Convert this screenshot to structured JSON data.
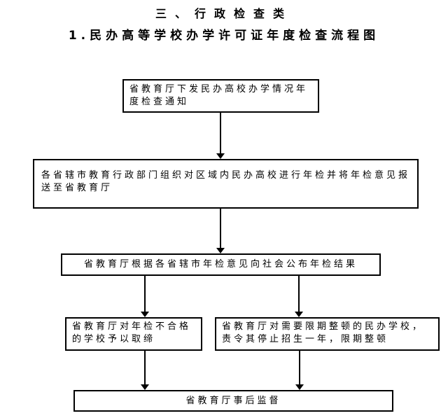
{
  "page": {
    "section_title": "三、行政检查类",
    "chart_title": "1.民办高等学校办学许可证年度检查流程图"
  },
  "flowchart": {
    "type": "flowchart",
    "nodes": [
      {
        "id": "annual-notice",
        "text": "省教育厅下发民办高校办学情况年度检查通知"
      },
      {
        "id": "city-inspection",
        "text": "各省辖市教育行政部门组织对区域内民办高校进行年检并将年检意见报送至省教育厅"
      },
      {
        "id": "publish-results",
        "text": "省教育厅根据各省辖市年检意见向社会公布年检结果"
      },
      {
        "id": "ban-unqualified",
        "text": "省教育厅对年检不合格的学校予以取缔"
      },
      {
        "id": "rectification-order",
        "text": "省教育厅对需要限期整顿的民办学校，责令其停止招生一年，限期整顿"
      },
      {
        "id": "post-supervision",
        "text": "省教育厅事后监督"
      }
    ],
    "connections": [
      {
        "from": "annual-notice",
        "to": "city-inspection"
      },
      {
        "from": "city-inspection",
        "to": "publish-results"
      },
      {
        "from": "publish-results",
        "to": "ban-unqualified"
      },
      {
        "from": "publish-results",
        "to": "rectification-order"
      },
      {
        "from": "ban-unqualified",
        "to": "post-supervision"
      },
      {
        "from": "rectification-order",
        "to": "post-supervision"
      }
    ],
    "colors": {
      "background": "#ffffff",
      "border": "#000000",
      "text": "#000000"
    }
  }
}
